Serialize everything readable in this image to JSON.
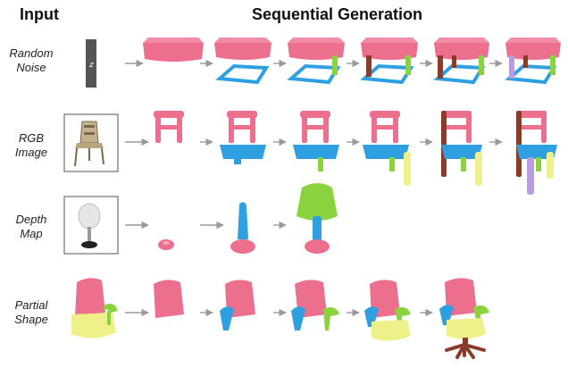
{
  "headers": {
    "input": "Input",
    "sequential": "Sequential Generation"
  },
  "rows": [
    {
      "label_line1": "Random",
      "label_line2": "Noise"
    },
    {
      "label_line1": "RGB",
      "label_line2": "Image"
    },
    {
      "label_line1": "Depth",
      "label_line2": "Map"
    },
    {
      "label_line1": "Partial",
      "label_line2": "Shape"
    }
  ],
  "noise_symbol": "z",
  "colors": {
    "pink": "#ec6f8e",
    "blue": "#2e9fe0",
    "green": "#8ad33f",
    "yellow": "#eef08a",
    "brown": "#8b3b2a",
    "lavender": "#b89be0",
    "arrow": "#9a9a9a",
    "noise_block": "#555555"
  }
}
